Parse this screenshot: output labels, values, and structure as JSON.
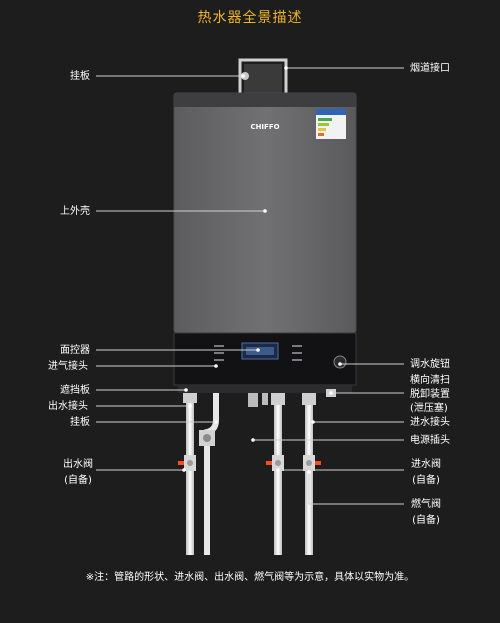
{
  "title": "热水器全景描述",
  "labels_left": {
    "hanging_plate_top": "挂板",
    "outer_shell": "上外壳",
    "control_panel": "面控器",
    "gas_inlet_joint": "进气接头",
    "baffle": "遮挡板",
    "water_outlet_joint": "出水接头",
    "hanging_plate_bottom": "挂板",
    "outlet_valve": "出水阀",
    "outlet_valve_note": "(自备)"
  },
  "labels_right": {
    "flue_interface": "烟道接口",
    "water_knob": "调水旋钮",
    "cleaning_line1": "横向清扫",
    "cleaning_line2": "脱卸装置",
    "cleaning_line3": "(泄压塞)",
    "water_inlet_joint": "进水接头",
    "power_plug": "电源插头",
    "inlet_valve": "进水阀",
    "inlet_valve_note": "(自备)",
    "gas_valve": "燃气阀",
    "gas_valve_note": "(自备)"
  },
  "device": {
    "brand": "CHIFFO"
  },
  "note": "※注：管路的形状、进水阀、出水阀、燃气阀等为示意，具体以实物为准。",
  "colors": {
    "background": "#1d1d1d",
    "title": "#f0b429",
    "shell": "#6b6b6d",
    "panel": "#121214",
    "text": "#ffffff",
    "pipe": "#e8e8e8",
    "display": "#4a6fa8"
  }
}
